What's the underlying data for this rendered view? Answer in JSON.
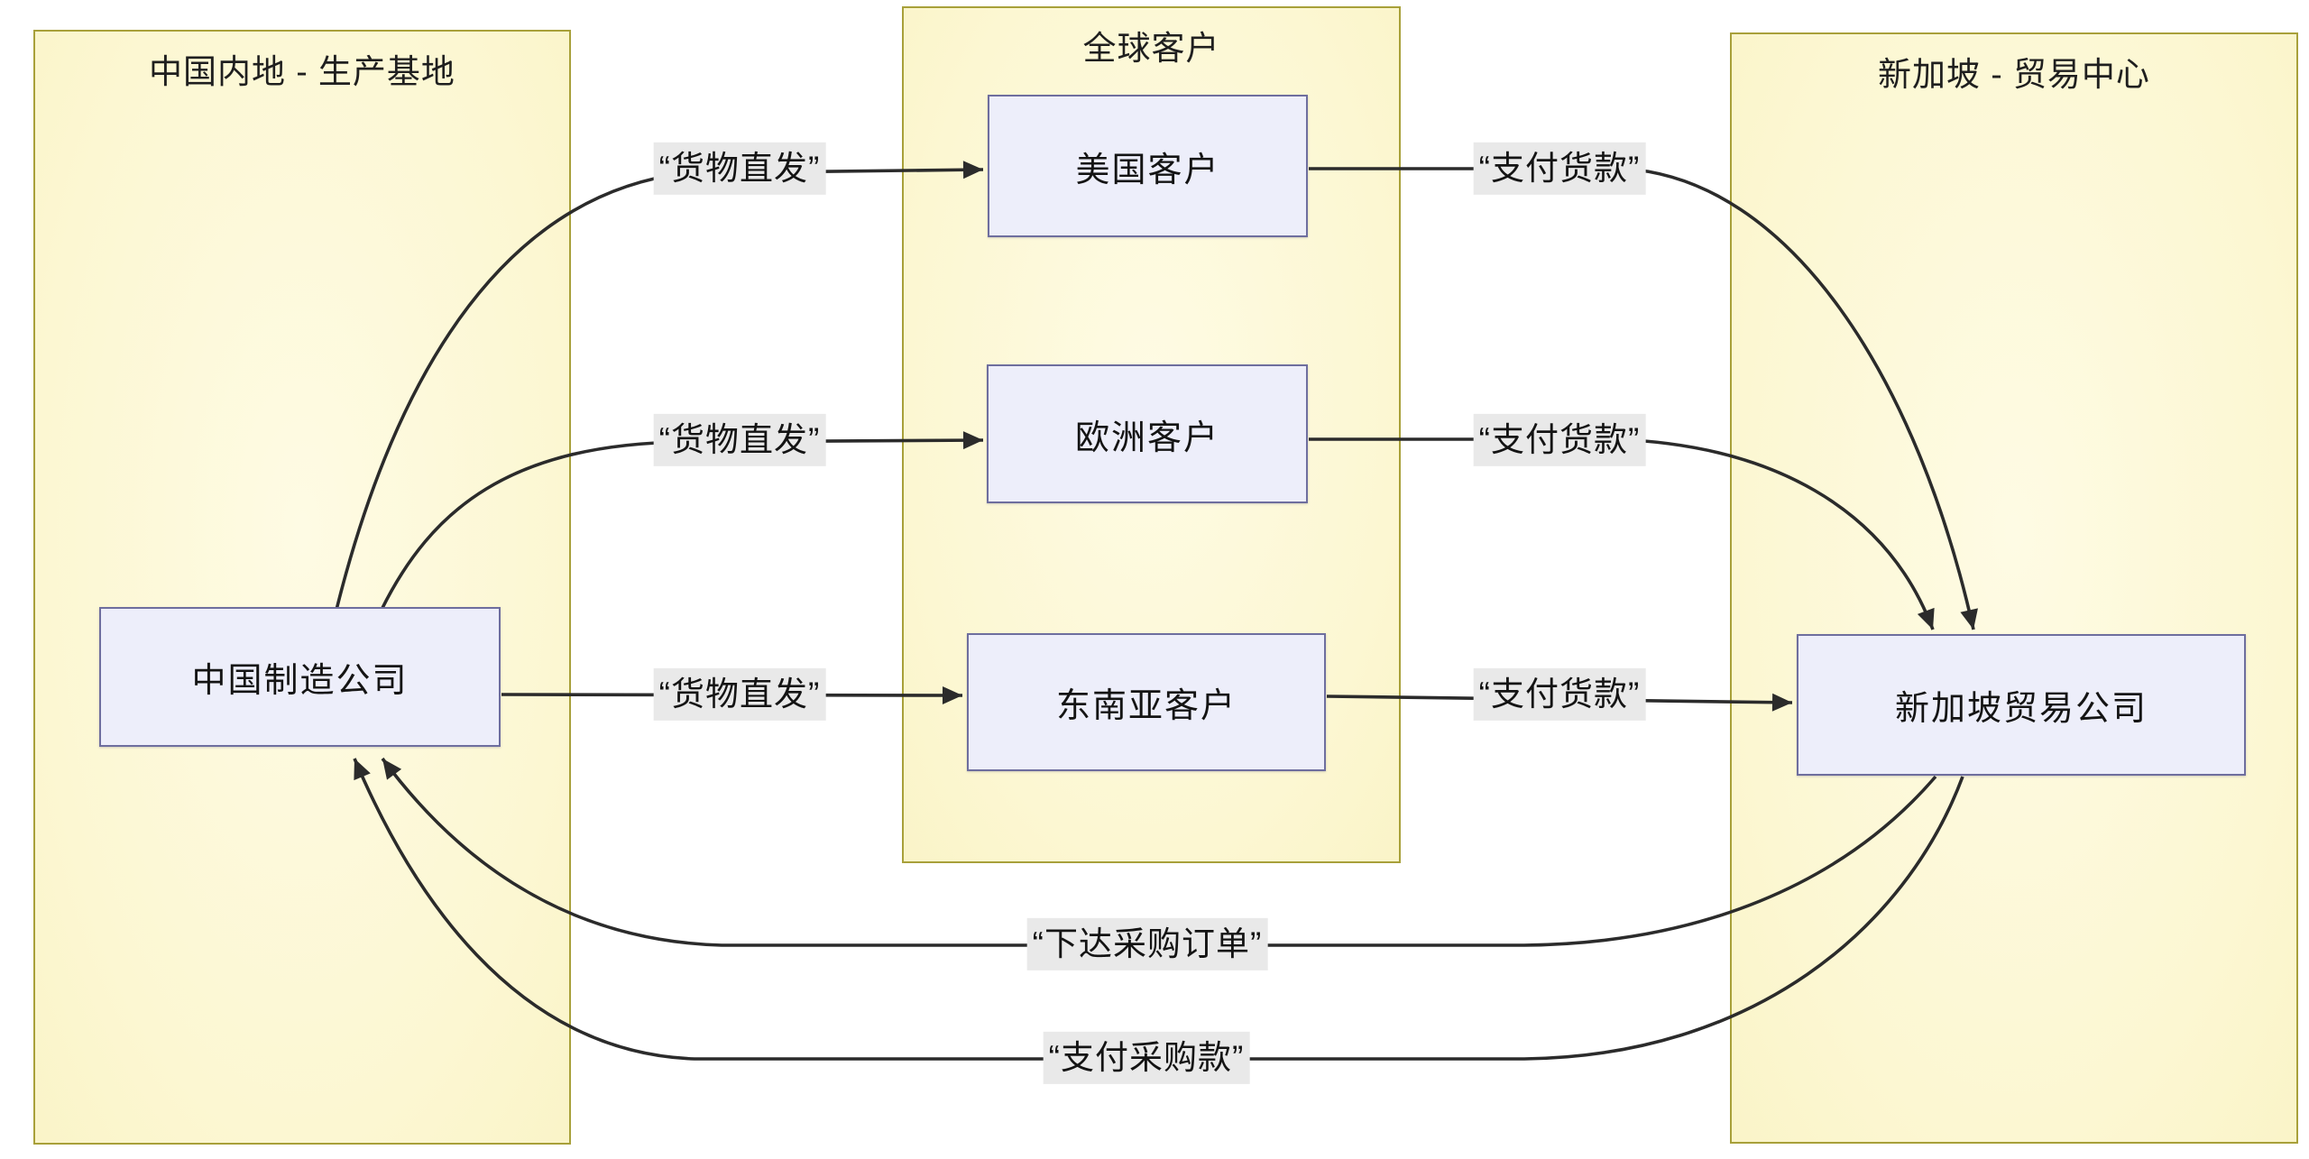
{
  "diagram": {
    "regions": [
      {
        "id": "china",
        "title": "中国内地 - 生产基地"
      },
      {
        "id": "customers",
        "title": "全球客户"
      },
      {
        "id": "singapore",
        "title": "新加坡 - 贸易中心"
      }
    ],
    "nodes": [
      {
        "id": "manufacturer",
        "label": "中国制造公司"
      },
      {
        "id": "us-customer",
        "label": "美国客户"
      },
      {
        "id": "eu-customer",
        "label": "欧洲客户"
      },
      {
        "id": "sea-customer",
        "label": "东南亚客户"
      },
      {
        "id": "trader",
        "label": "新加坡贸易公司"
      }
    ],
    "edges": [
      {
        "from": "中国制造公司",
        "to": "美国客户",
        "label": "“货物直发”"
      },
      {
        "from": "中国制造公司",
        "to": "欧洲客户",
        "label": "“货物直发”"
      },
      {
        "from": "中国制造公司",
        "to": "东南亚客户",
        "label": "“货物直发”"
      },
      {
        "from": "美国客户",
        "to": "新加坡贸易公司",
        "label": "“支付货款”"
      },
      {
        "from": "欧洲客户",
        "to": "新加坡贸易公司",
        "label": "“支付货款”"
      },
      {
        "from": "东南亚客户",
        "to": "新加坡贸易公司",
        "label": "“支付货款”"
      },
      {
        "from": "新加坡贸易公司",
        "to": "中国制造公司",
        "label": "“下达采购订单”"
      },
      {
        "from": "新加坡贸易公司",
        "to": "中国制造公司",
        "label": "“支付采购款”"
      }
    ],
    "colors": {
      "region_fill": "#fcf7d2",
      "region_border": "#a8a03a",
      "node_fill": "#edeefa",
      "node_border": "#6e6e9e",
      "edge_stroke": "#2b2b2b",
      "edge_label_bg": "#e9e9e9",
      "text": "#141414"
    }
  }
}
